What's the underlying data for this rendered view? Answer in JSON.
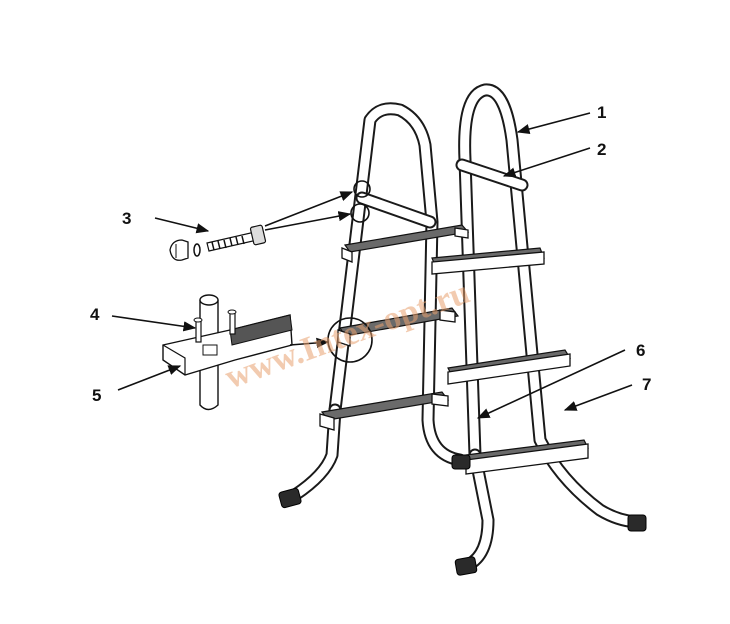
{
  "watermark": "www.Intex-opt.ru",
  "callouts": [
    {
      "num": "1",
      "part": "ladder-top-rail"
    },
    {
      "num": "2",
      "part": "crossbar"
    },
    {
      "num": "3",
      "part": "bolt-and-cap-nut"
    },
    {
      "num": "4",
      "part": "step-stud"
    },
    {
      "num": "5",
      "part": "step-bracket"
    },
    {
      "num": "6",
      "part": "inner-leg"
    },
    {
      "num": "7",
      "part": "outer-leg"
    }
  ],
  "icons": {
    "bolt": "bolt-icon",
    "cap_nut": "cap-nut-icon",
    "washer": "washer-icon",
    "step_detail": "step-bracket-detail-icon"
  }
}
